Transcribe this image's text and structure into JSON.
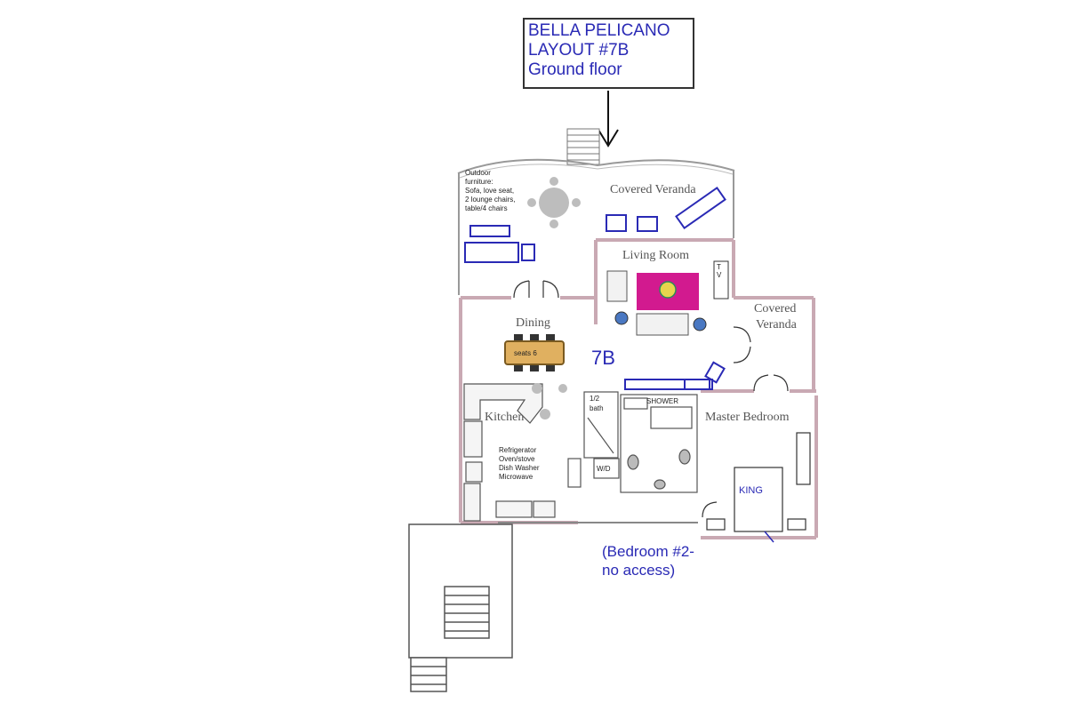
{
  "title": {
    "line1": "BELLA PELICANO",
    "line2": "LAYOUT #7B",
    "line3": "Ground floor"
  },
  "rooms": {
    "covered_veranda_top": "Covered Veranda",
    "living_room": "Living Room",
    "covered_veranda_right_1": "Covered",
    "covered_veranda_right_2": "Veranda",
    "dining": "Dining",
    "kitchen": "Kitchen",
    "master_bedroom": "Master Bedroom",
    "unit": "7B"
  },
  "notes": {
    "outdoor": [
      "Outdoor",
      "furniture:",
      "Sofa, love seat,",
      "2 lounge chairs,",
      "table/4 chairs"
    ],
    "appliances": [
      "Refrigerator",
      "Oven/stove",
      "Dish Washer",
      "Microwave"
    ],
    "seats": "seats 6",
    "half_bath_1": "1/2",
    "half_bath_2": "bath",
    "shower": "SHOWER",
    "wd": "W/D",
    "tv": "T\nV",
    "king": "KING",
    "bedroom2_1": "(Bedroom #2-",
    "bedroom2_2": "no access)"
  },
  "colors": {
    "wall": "#c9a9b3",
    "blue": "#2a2ab5",
    "rug": "#d21a8f",
    "table": "#e0b060"
  }
}
